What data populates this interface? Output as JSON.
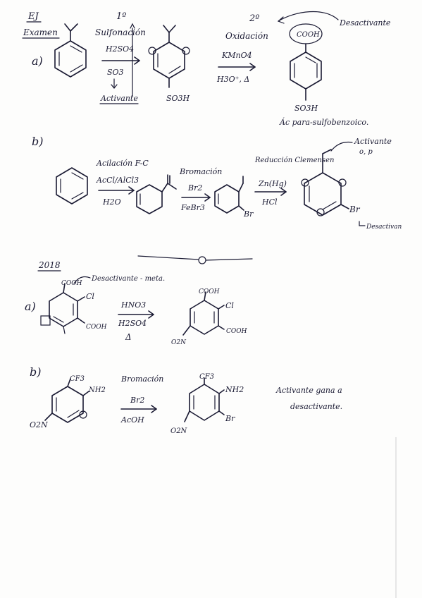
{
  "header": {
    "ej": "EJ",
    "exam": "Examen"
  },
  "problem1": {
    "part_a": {
      "label": "a)",
      "step1": {
        "number": "1º",
        "name": "Sulfonación",
        "reagent": "H2SO4",
        "reagent2": "SO3",
        "note": "Activante"
      },
      "product1_group": "SO3H",
      "step2": {
        "number": "2º",
        "name": "Oxidación",
        "reagent": "KMnO4",
        "conditions": "H3O⁺, Δ"
      },
      "product2_top": "COOH",
      "product2_bottom": "SO3H",
      "annotation": "Desactivante",
      "product_name": "Ác para-sulfobenzoico."
    },
    "part_b": {
      "label": "b)",
      "step1": {
        "name": "Acilación F-C",
        "reagent": "AcCl/AlCl3",
        "solvent": "H2O"
      },
      "step2": {
        "name": "Bromación",
        "reagent": "Br2",
        "catalyst": "FeBr3"
      },
      "intermediate_group": "Br",
      "step3": {
        "name": "Reducción Clemensen",
        "reagent": "Zn(Hg)",
        "acid": "HCl"
      },
      "final_group": "Br",
      "annotation_top": "Activante",
      "annotation_top2": "o, p",
      "annotation_bottom": "Desactivan"
    }
  },
  "problem2": {
    "year": "2018",
    "part_a": {
      "label": "a)",
      "start_groups": {
        "top": "COOH",
        "right": "Cl",
        "bottom_right": "COOH"
      },
      "annotation": "Desactivante - meta.",
      "reagent": "HNO3",
      "acid": "H2SO4",
      "heat": "Δ",
      "product_groups": {
        "top": "COOH",
        "right": "Cl",
        "bottom_right": "COOH",
        "left": "O2N"
      }
    },
    "part_b": {
      "label": "b)",
      "start_groups": {
        "top": "CF3",
        "right": "NH2",
        "left": "O2N"
      },
      "step": {
        "name": "Bromación",
        "reagent": "Br2",
        "solvent": "AcOH"
      },
      "product_groups": {
        "top": "CF3",
        "right": "NH2",
        "bottom_right": "Br",
        "left": "O2N"
      },
      "note_line1": "Activante gana a",
      "note_line2": "desactivante."
    }
  }
}
